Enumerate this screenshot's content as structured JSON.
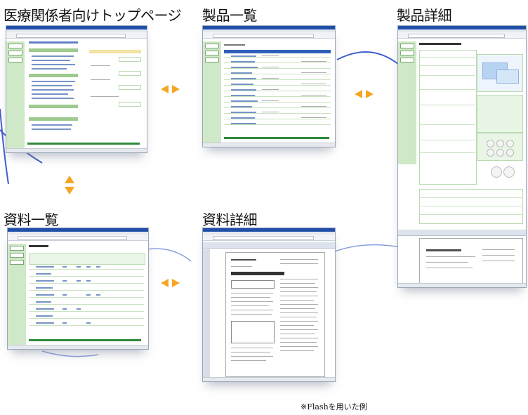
{
  "titles": {
    "top_page": "医療関係者向けトップページ",
    "product_list": "製品一覧",
    "product_detail": "製品詳細",
    "document_list": "資料一覧",
    "document_detail": "資料詳細"
  },
  "note": "※Flashを用いた例",
  "colors": {
    "arrow": "#f5a623",
    "connector": "#3f5fd0",
    "sidebar": "#cfe8c8",
    "window_title": "#1f4fa8"
  },
  "edges": [
    {
      "from": "top_page",
      "to": "product_list",
      "direction": "both"
    },
    {
      "from": "product_list",
      "to": "product_detail",
      "direction": "both"
    },
    {
      "from": "top_page",
      "to": "document_list",
      "direction": "both"
    },
    {
      "from": "document_list",
      "to": "document_detail",
      "direction": "both"
    }
  ]
}
